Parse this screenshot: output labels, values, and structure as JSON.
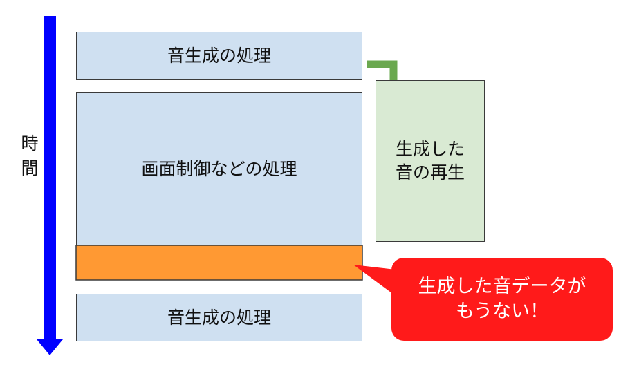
{
  "time_axis": {
    "label_chars": [
      "時",
      "間"
    ],
    "color": "#0000ff"
  },
  "blocks": {
    "sound_gen_top": "音生成の処理",
    "screen_control": "画面制御などの処理",
    "sound_gen_bottom": "音生成の処理",
    "playback_line1": "生成した",
    "playback_line2": "音の再生"
  },
  "callout": {
    "line1": "生成した音データが",
    "line2": "もうない！",
    "color": "#ff1a1a"
  },
  "colors": {
    "process_fill": "#cfe0f1",
    "playback_fill": "#d9ead3",
    "underrun_fill": "#ff9933",
    "handoff_arrow": "#6aa84f"
  }
}
